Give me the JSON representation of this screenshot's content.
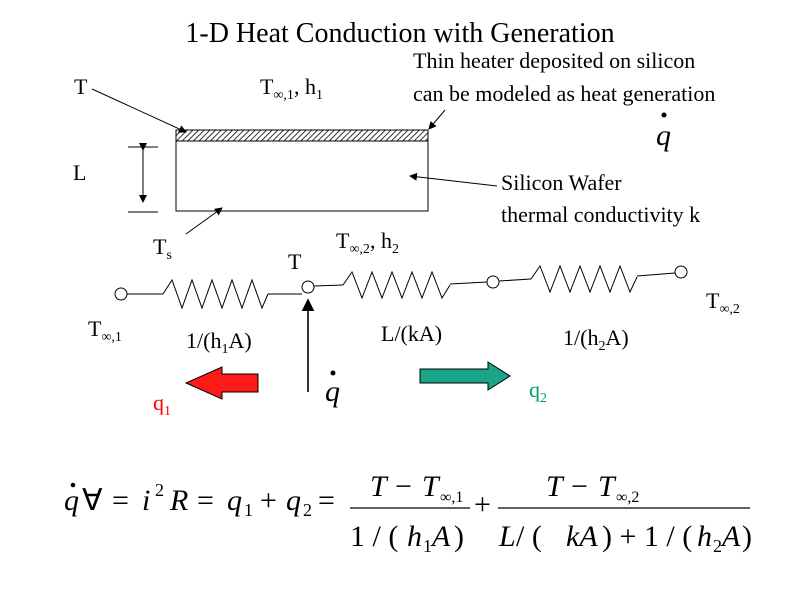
{
  "title": "1-D Heat Conduction with Generation",
  "labels": {
    "t_top": "T",
    "t_inf1_h1_main": "T",
    "inf1_sub": "∞,1",
    "h1_main": ", h",
    "h1_sub": "1",
    "heater_note_1": "Thin heater deposited on silicon",
    "heater_note_2": "can be modeled as heat generation",
    "L": "L",
    "wafer_1": "Silicon Wafer",
    "wafer_2": "thermal conductivity k",
    "ts_main": "T",
    "ts_sub": "s",
    "t_mid": "T",
    "t_inf2_h2_main": "T",
    "inf2_sub": "∞,2",
    "h2_main": ", h",
    "h2_sub": "2",
    "t_left_main": "T",
    "t_left_sub": "∞,1",
    "t_right_main": "T",
    "t_right_sub": "∞,2",
    "r1_a": "1/(h",
    "r1_sub": "1",
    "r1_b": "A)",
    "r2": "L/(kA)",
    "r3_a": "1/(h",
    "r3_sub": "2",
    "r3_b": "A)",
    "q1_main": "q",
    "q1_sub": "1",
    "q2_main": "q",
    "q2_sub": "2"
  },
  "colors": {
    "q1_arrow": "#ff1a1a",
    "q2_arrow": "#1aa58a",
    "q1_text": "#ff0000",
    "q2_text": "#00a070"
  },
  "equation": {
    "lhs_q": "q",
    "forall": "∀",
    "eq1": "=",
    "i": "i",
    "two": "2",
    "R": "R",
    "eq2": "=",
    "q1": "q",
    "q1s": "1",
    "plus1": "+",
    "q2": "q",
    "q2s": "2",
    "eq3": "=",
    "n1_T": "T",
    "n1_minus": "−",
    "n1_Tinf": "T",
    "n1_sub": "∞,1",
    "d1_a": "1 / (",
    "d1_h": "h",
    "d1_hs": "1",
    "d1_A": "A",
    "d1_b": ")",
    "plus2": "+",
    "n2_T": "T",
    "n2_minus": "−",
    "n2_Tinf": "T",
    "n2_sub": "∞,2",
    "d2_L": "L",
    "d2_a": " / (",
    "d2_k": "kA",
    "d2_b": ") + 1 / (",
    "d2_h": "h",
    "d2_hs": "2",
    "d2_A": "A",
    "d2_c": ")"
  }
}
